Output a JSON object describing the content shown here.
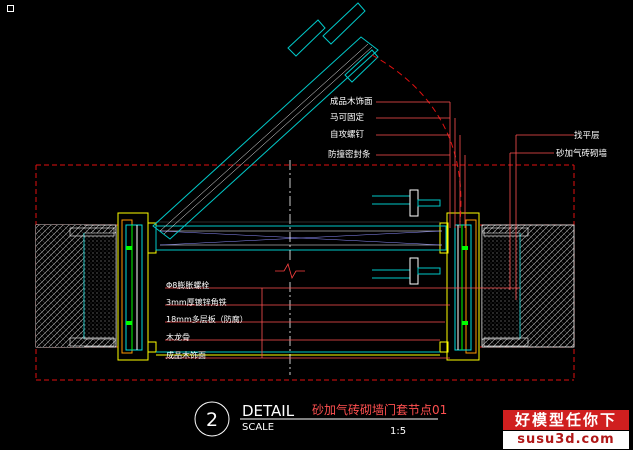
{
  "drawing": {
    "number": "2",
    "detail_word": "DETAIL",
    "scale_word": "SCALE",
    "title": "砂加气砖砌墙门套节点01",
    "scale": "1:5"
  },
  "labels_top": [
    "成品木饰面",
    "马可固定",
    "自攻螺钉",
    "防撞密封条"
  ],
  "labels_right": [
    "找平层",
    "砂加气砖砌墙"
  ],
  "labels_bottom": [
    "Φ8膨胀螺栓",
    "3mm厚镀锌角铁",
    "18mm多层板（防腐）",
    "木龙骨",
    "成品木饰面"
  ],
  "watermark": {
    "title": "好模型任你下",
    "url": "susu3d.com"
  },
  "colors": {
    "background": "#000000",
    "wall_hatch": "#ffffff",
    "door_leaf": "#00c8c8",
    "leader": "#ff5050",
    "dash_boundary": "#e01010",
    "frame_yellow": "#ffff00",
    "text": "#ffffff"
  }
}
